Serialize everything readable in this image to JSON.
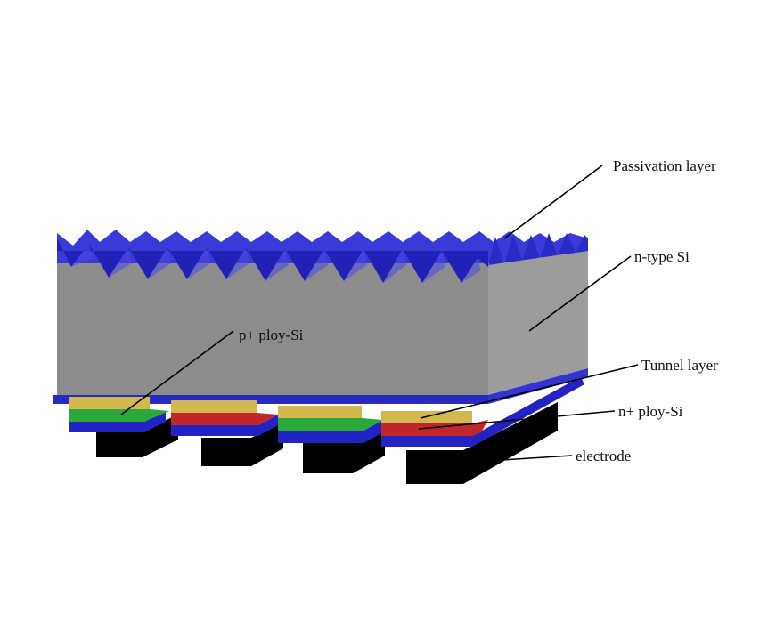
{
  "labels": {
    "passivation": "Passivation layer",
    "n_type": "n-type Si",
    "p_poly": "p+ ploy-Si",
    "tunnel": "Tunnel layer",
    "n_poly": "n+ ploy-Si",
    "electrode": "electrode"
  },
  "colors": {
    "passivation": "#2222c8",
    "silicon_front": "#8c8c8c",
    "silicon_side": "#9c9c9c",
    "tunnel": "#d2b84e",
    "p_poly": "#2aa83a",
    "n_poly": "#c0262a",
    "electrode": "#000000",
    "label_text": "#111111"
  }
}
